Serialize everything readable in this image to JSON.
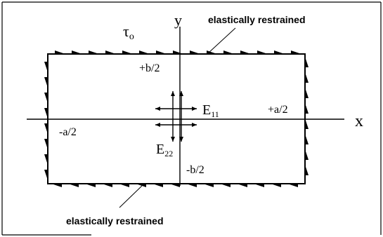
{
  "labels": {
    "tau_symbol": "τ",
    "tau_sub": "o",
    "y_axis": "y",
    "x_axis": "x",
    "top_edge": "+b/2",
    "bottom_edge": "-b/2",
    "right_edge": "+a/2",
    "left_edge": "-a/2",
    "e11_letter": "E",
    "e11_sub": "11",
    "e22_letter": "E",
    "e22_sub": "22",
    "top_restraint": "elastically restrained",
    "bottom_restraint": "elastically restrained"
  }
}
